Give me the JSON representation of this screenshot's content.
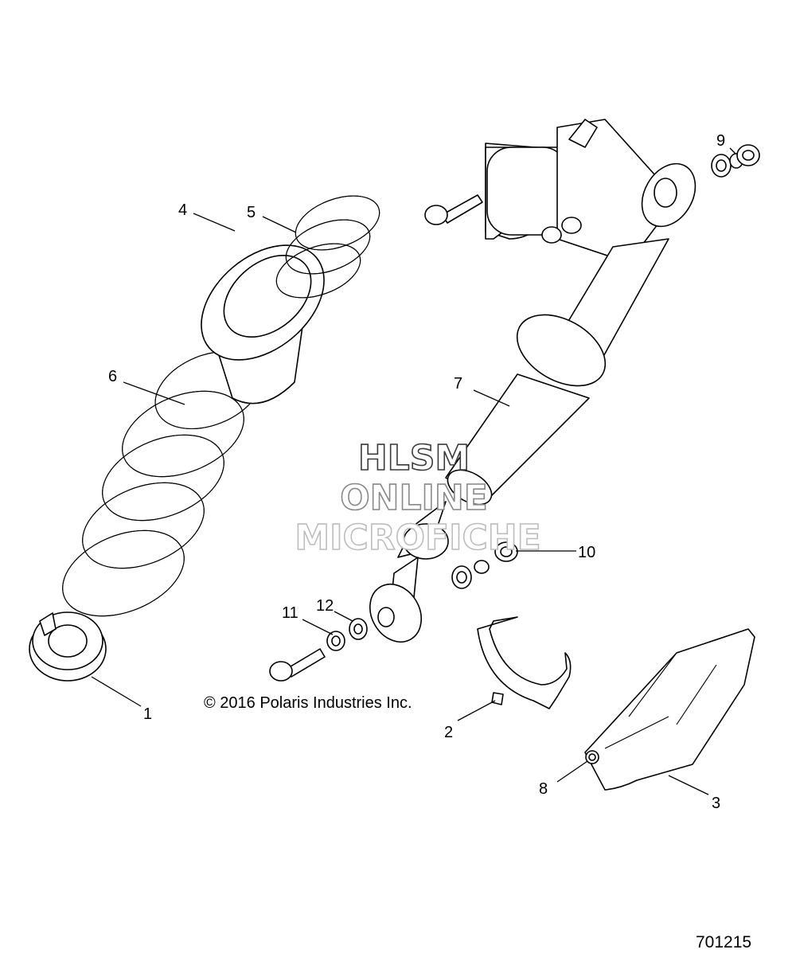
{
  "watermark": {
    "line1": "HLSM",
    "line2": "ONLINE",
    "line3": "MICROFICHE",
    "colors": [
      "#3a3a3a",
      "#888888",
      "#bdbdbd"
    ]
  },
  "copyright": "© 2016 Polaris Industries Inc.",
  "figure_number": "701215",
  "callouts": {
    "c1": "1",
    "c2": "2",
    "c3": "3",
    "c4": "4",
    "c5": "5",
    "c6": "6",
    "c7": "7",
    "c8": "8",
    "c9": "9",
    "c10": "10",
    "c11": "11",
    "c12": "12"
  }
}
